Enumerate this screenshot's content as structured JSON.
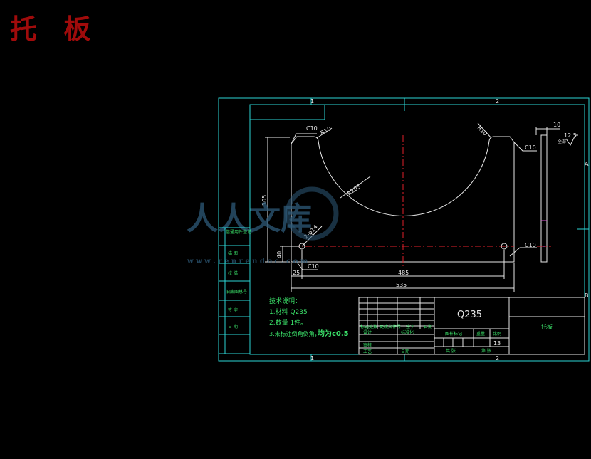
{
  "title": "托 板",
  "zone_labels": {
    "top_1": "1",
    "top_2": "2",
    "bottom_1": "1",
    "bottom_2": "2",
    "right_a": "A",
    "right_b": "B"
  },
  "dimensions": {
    "height_305": "305",
    "height_40": "40",
    "width_25": "25",
    "width_485": "485",
    "width_535": "535",
    "chamfer_top_left": "C10",
    "chamfer_top_right": "C10",
    "chamfer_right_hole": "C10",
    "chamfer_bottom_left": "C10",
    "radius_left": "R10",
    "radius_right": "R10",
    "radius_arc": "R203",
    "holes": "2-φ14",
    "thickness": "10",
    "roughness": "12.5",
    "roughness_note": "全部"
  },
  "tech_notes": {
    "heading": "技术说明：",
    "line1": "1.材料 Q235",
    "line2": "2.数量 1件。",
    "line3a": "3.未标注倒角倒角，",
    "line3b": "均为c0.5"
  },
  "side_table": [
    "借通用件登记",
    "描 图",
    "校 描",
    "旧底图总号",
    "签 字",
    "日 期"
  ],
  "title_block": {
    "material": "Q235",
    "name": "托板",
    "header_row": [
      "标记",
      "处数",
      "更改文件号",
      "签字",
      "日期"
    ],
    "row_design": "设计",
    "row_std": "标准化",
    "row_review": "审核",
    "row_craft": "工艺",
    "row_approve": "日期",
    "stage_label": "图样标记",
    "weight_label": "重量",
    "scale_label": "比例",
    "scale_value": "13",
    "sheets_label": "共 张",
    "sheet_label": "第 张"
  },
  "watermark": {
    "brand": "人人文库",
    "url": "w w w . r e n r e n d o c . c o m"
  },
  "colors": {
    "frame": "#2cd5d5",
    "geometry": "#e6e6e6",
    "centerline": "#e0202a",
    "notes": "#3be26a",
    "title": "#a00b0b"
  }
}
